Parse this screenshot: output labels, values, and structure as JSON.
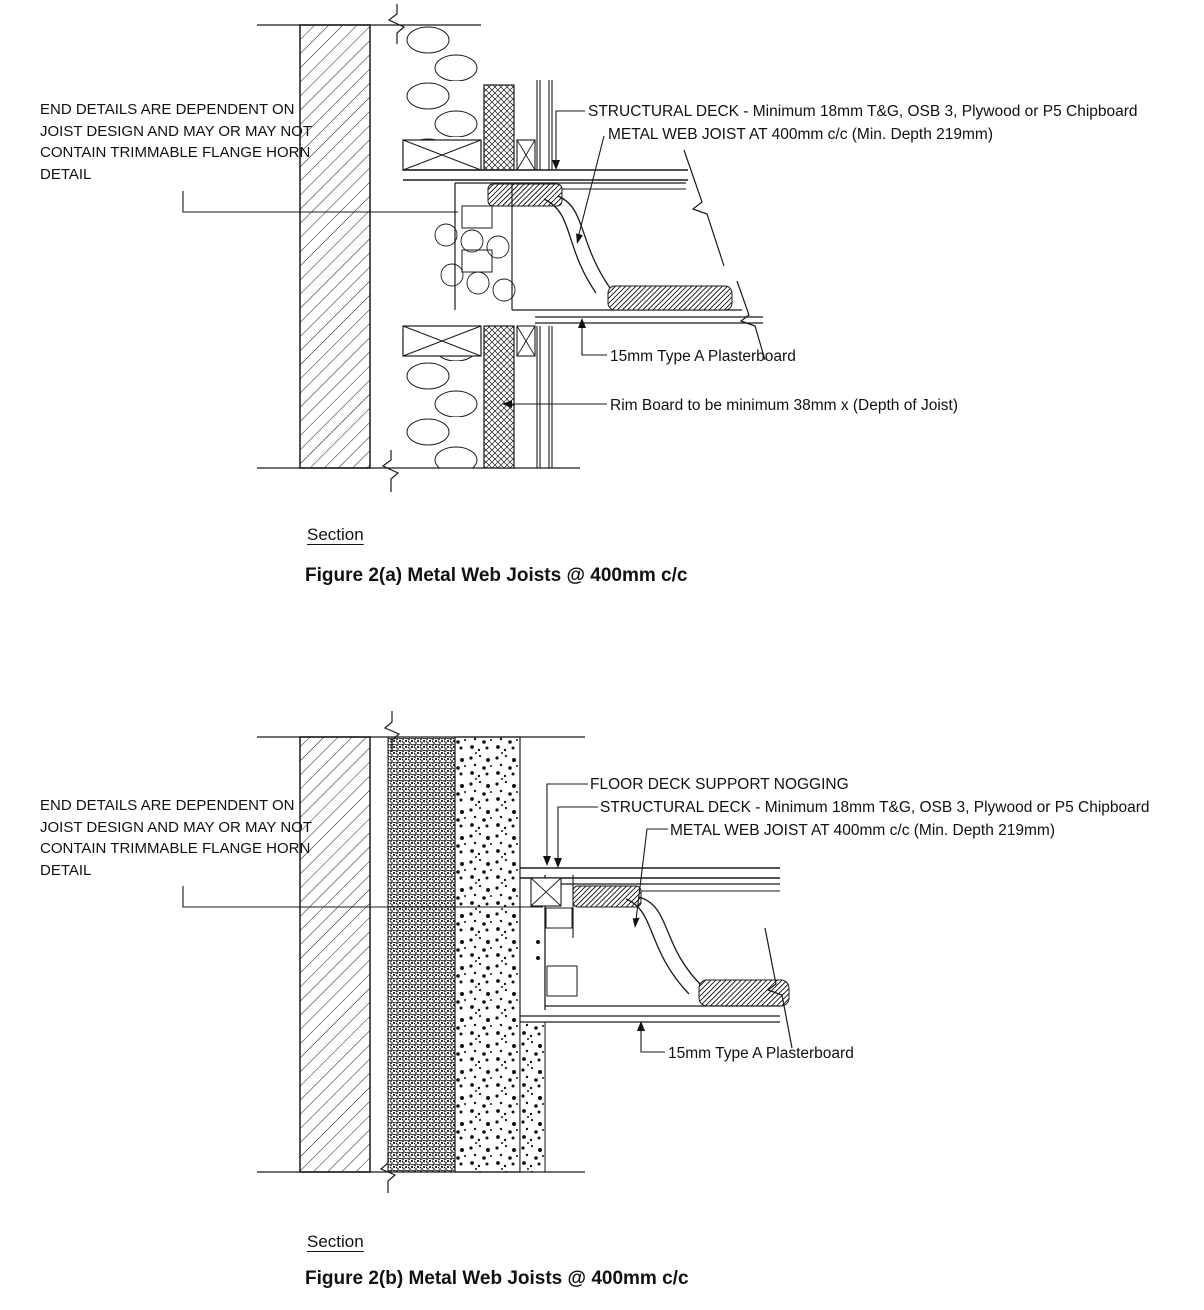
{
  "page": {
    "background": "#ffffff",
    "ink": "#1a1a1a"
  },
  "figure_a": {
    "left_note": "END DETAILS ARE DEPENDENT ON JOIST DESIGN AND MAY OR MAY NOT CONTAIN TRIMMABLE FLANGE HORN DETAIL",
    "callout_structural_deck": "STRUCTURAL DECK - Minimum 18mm T&G, OSB 3, Plywood or P5 Chipboard",
    "callout_metal_web_joist": "METAL WEB JOIST AT 400mm c/c (Min. Depth 219mm)",
    "callout_plasterboard": "15mm Type A Plasterboard",
    "callout_rim_board": "Rim Board to be minimum 38mm x (Depth of Joist)",
    "section_label": "Section",
    "caption": "Figure 2(a) Metal Web Joists @ 400mm c/c"
  },
  "figure_b": {
    "left_note": "END DETAILS ARE DEPENDENT ON JOIST DESIGN AND MAY OR MAY NOT CONTAIN TRIMMABLE FLANGE HORN DETAIL",
    "callout_nogging": "FLOOR DECK SUPPORT NOGGING",
    "callout_structural_deck": "STRUCTURAL DECK - Minimum 18mm T&G, OSB 3, Plywood or P5 Chipboard",
    "callout_metal_web_joist": "METAL WEB JOIST AT 400mm c/c (Min. Depth 219mm)",
    "callout_plasterboard": "15mm Type A Plasterboard",
    "section_label": "Section",
    "caption": "Figure 2(b) Metal Web Joists @ 400mm c/c"
  }
}
